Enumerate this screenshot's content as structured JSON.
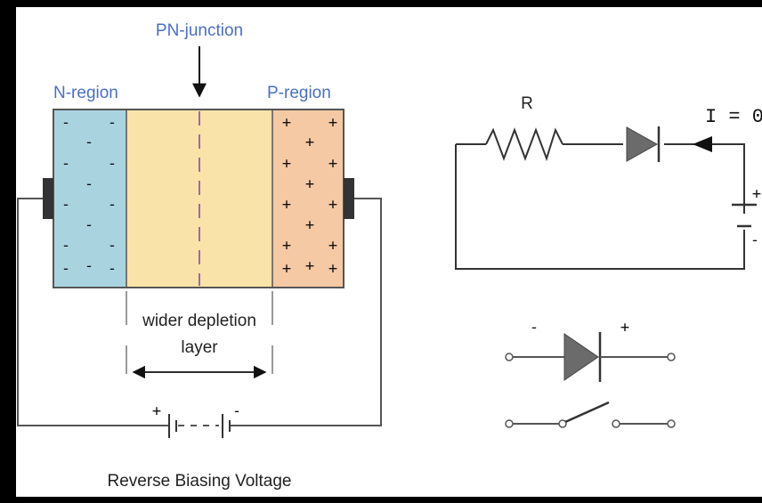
{
  "labels": {
    "pn_junction": "PN-junction",
    "n_region": "N-region",
    "p_region": "P-region",
    "depletion_line1": "wider depletion",
    "depletion_line2": "layer",
    "reverse_bias": "Reverse Biasing Voltage",
    "resistor": "R",
    "current": "I = 0"
  },
  "signs": {
    "minus": "-",
    "plus": "+",
    "battery_plus": "+",
    "battery_minus": "-",
    "diode_minus": "-",
    "diode_plus": "+",
    "right_plus": "+",
    "right_minus": "-"
  },
  "colors": {
    "n_region": "#a9d4df",
    "depletion": "#fae3a8",
    "p_region": "#f5c9a4",
    "label_blue": "#4a6fc2",
    "junction_dash": "#9a6aa8",
    "diode_fill": "#6b6b6b",
    "background": "#ffffff",
    "frame": "#000000"
  }
}
